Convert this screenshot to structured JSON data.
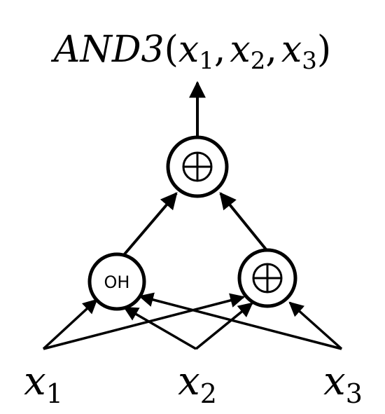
{
  "title": {
    "func": "AND3",
    "open": "(",
    "v1": "x",
    "s1": "1",
    "sep1": ",",
    "v2": "x",
    "s2": "2",
    "sep2": ",",
    "v3": "x",
    "s3": "3",
    "close": ")"
  },
  "nodes": {
    "top": {
      "op": "xor-plus"
    },
    "left": {
      "label": "OH"
    },
    "right": {
      "op": "xor-plus"
    }
  },
  "inputs": [
    {
      "var": "x",
      "sub": "1"
    },
    {
      "var": "x",
      "sub": "2"
    },
    {
      "var": "x",
      "sub": "3"
    }
  ]
}
